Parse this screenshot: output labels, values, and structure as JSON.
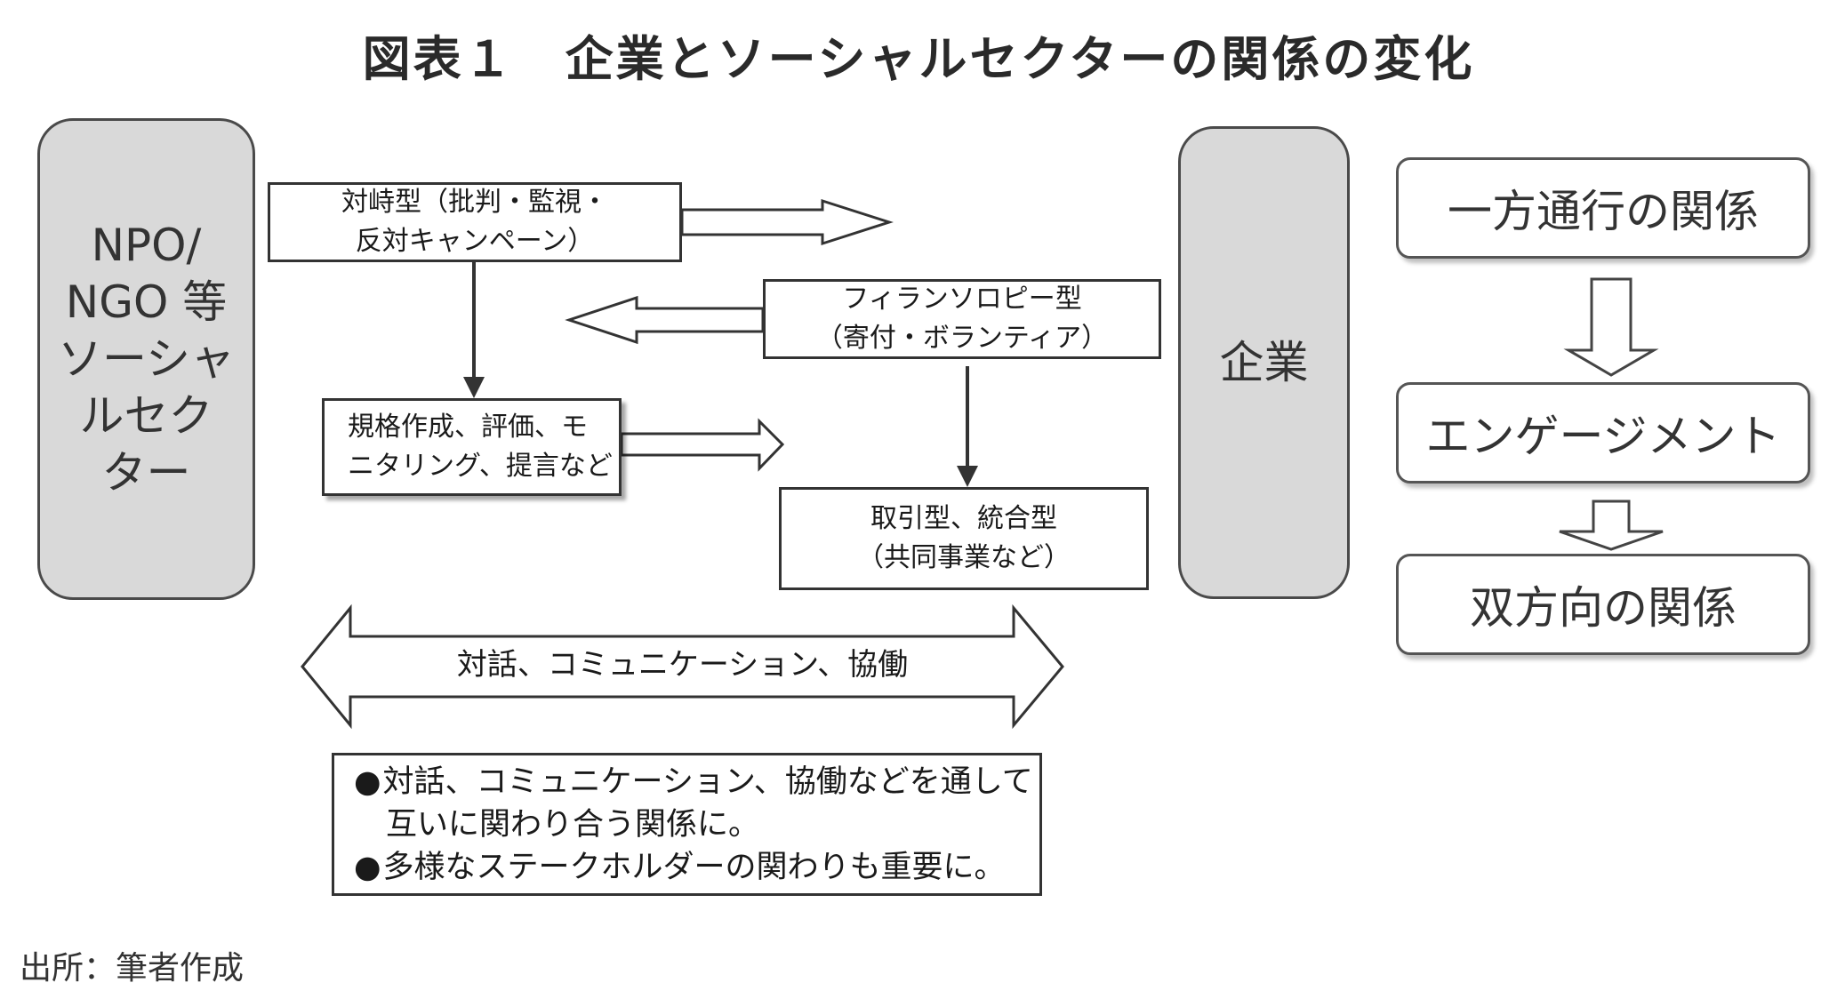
{
  "title": "図表１　企業とソーシャルセクターの関係の変化",
  "npo_box": {
    "lines": [
      "NPO/",
      "NGO 等",
      "ソーシャ",
      "ルセク",
      "ター"
    ]
  },
  "corp_box": {
    "label": "企業"
  },
  "confront_box": {
    "line1": "対峙型（批判・監視・",
    "line2": "反対キャンペーン）"
  },
  "philanthropy_box": {
    "line1": "フィランソロピー型",
    "line2": "（寄付・ボランティア）"
  },
  "standard_box": {
    "line1": "規格作成、評価、モ",
    "line2": "ニタリング、提言など"
  },
  "trade_box": {
    "line1": "取引型、統合型",
    "line2": "（共同事業など）"
  },
  "dialog_arrow": {
    "label": "対話、コミュニケーション、協働"
  },
  "note_box": {
    "bullet": "●",
    "line1": "対話、コミュニケーション、協働などを通して",
    "line2": "互いに関わり合う関係に。",
    "line3": "多様なステークホルダーの関わりも重要に。"
  },
  "right_flow": {
    "step1": "一方通行の関係",
    "step2": "エンゲージメント",
    "step3": "双方向の関係"
  },
  "source": "出所：筆者作成"
}
